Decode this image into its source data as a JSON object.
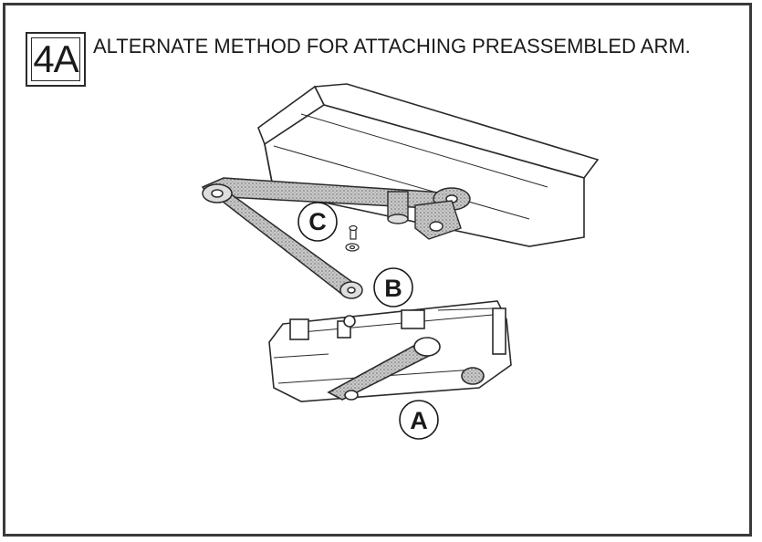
{
  "step": {
    "number": "4A",
    "title": "ALTERNATE METHOD FOR ATTACHING PREASSEMBLED ARM."
  },
  "callouts": {
    "a": "A",
    "b": "B",
    "c": "C"
  }
}
